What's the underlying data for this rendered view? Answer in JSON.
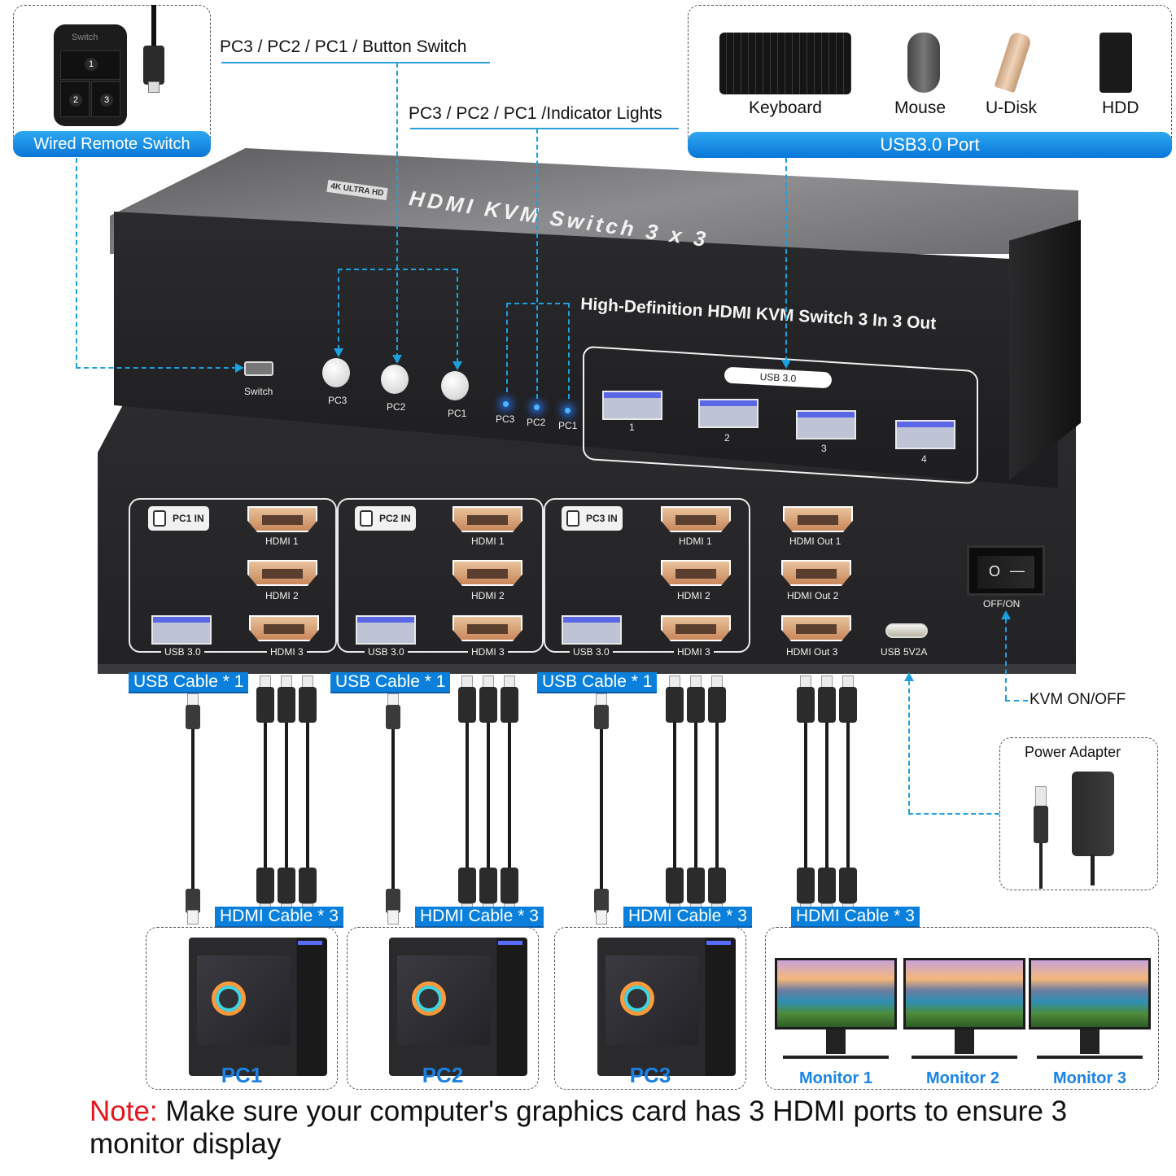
{
  "remote_switch": {
    "label": "Wired Remote Switch",
    "device_text": "Switch",
    "buttons": [
      "1",
      "2",
      "3"
    ]
  },
  "callouts": {
    "button_switch": "PC3 / PC2 / PC1 / Button Switch",
    "indicator_lights": "PC3 / PC2 / PC1 /Indicator Lights",
    "kvm_onoff": "KVM ON/OFF"
  },
  "peripherals": {
    "items": [
      {
        "label": "Keyboard",
        "icon": "keyboard-icon"
      },
      {
        "label": "Mouse",
        "icon": "mouse-icon"
      },
      {
        "label": "U-Disk",
        "icon": "usb-drive-icon"
      },
      {
        "label": "HDD",
        "icon": "hard-drive-icon"
      }
    ],
    "port_label": "USB3.0 Port"
  },
  "device": {
    "top_logo_badge": "4K ULTRA HD",
    "top_logo_text": "HDMI KVM Switch 3 x 3",
    "front_title": "High-Definition HDMI KVM Switch 3 In 3 Out",
    "switch_port_label": "Switch",
    "buttons": [
      "PC3",
      "PC2",
      "PC1"
    ],
    "leds": [
      "PC3",
      "PC2",
      "PC1"
    ],
    "usb_group_label": "USB 3.0",
    "usb_ports": [
      "1",
      "2",
      "3",
      "4"
    ],
    "led_color": "#49b6ff"
  },
  "back_panel": {
    "pc_inputs": [
      {
        "chip": "PC1 IN",
        "hdmi": [
          "HDMI 1",
          "HDMI 2",
          "HDMI 3"
        ],
        "usb": "USB 3.0"
      },
      {
        "chip": "PC2 IN",
        "hdmi": [
          "HDMI 1",
          "HDMI 2",
          "HDMI 3"
        ],
        "usb": "USB 3.0"
      },
      {
        "chip": "PC3 IN",
        "hdmi": [
          "HDMI 1",
          "HDMI 2",
          "HDMI 3"
        ],
        "usb": "USB 3.0"
      }
    ],
    "outputs": [
      "HDMI Out 1",
      "HDMI Out 2",
      "HDMI Out 3"
    ],
    "power_port": "USB 5V2A",
    "power_switch": "OFF/ON",
    "switch_symbols": [
      "O",
      "—"
    ]
  },
  "cables": {
    "usb_label": "USB Cable * 1",
    "hdmi_label": "HDMI Cable * 3"
  },
  "power_adapter": {
    "label": "Power Adapter"
  },
  "computers": [
    "PC1",
    "PC2",
    "PC3"
  ],
  "monitors": [
    "Monitor 1",
    "Monitor 2",
    "Monitor 3"
  ],
  "note": {
    "prefix": "Note:",
    "text": " Make sure your computer's graphics card has 3 HDMI ports to ensure 3 monitor display"
  },
  "colors": {
    "accent_blue": "#0a80dc",
    "connector_line": "#1ea0e0",
    "note_red": "#e3151d",
    "device_body": "#222224",
    "hdmi_gold": "#d9a27a"
  }
}
